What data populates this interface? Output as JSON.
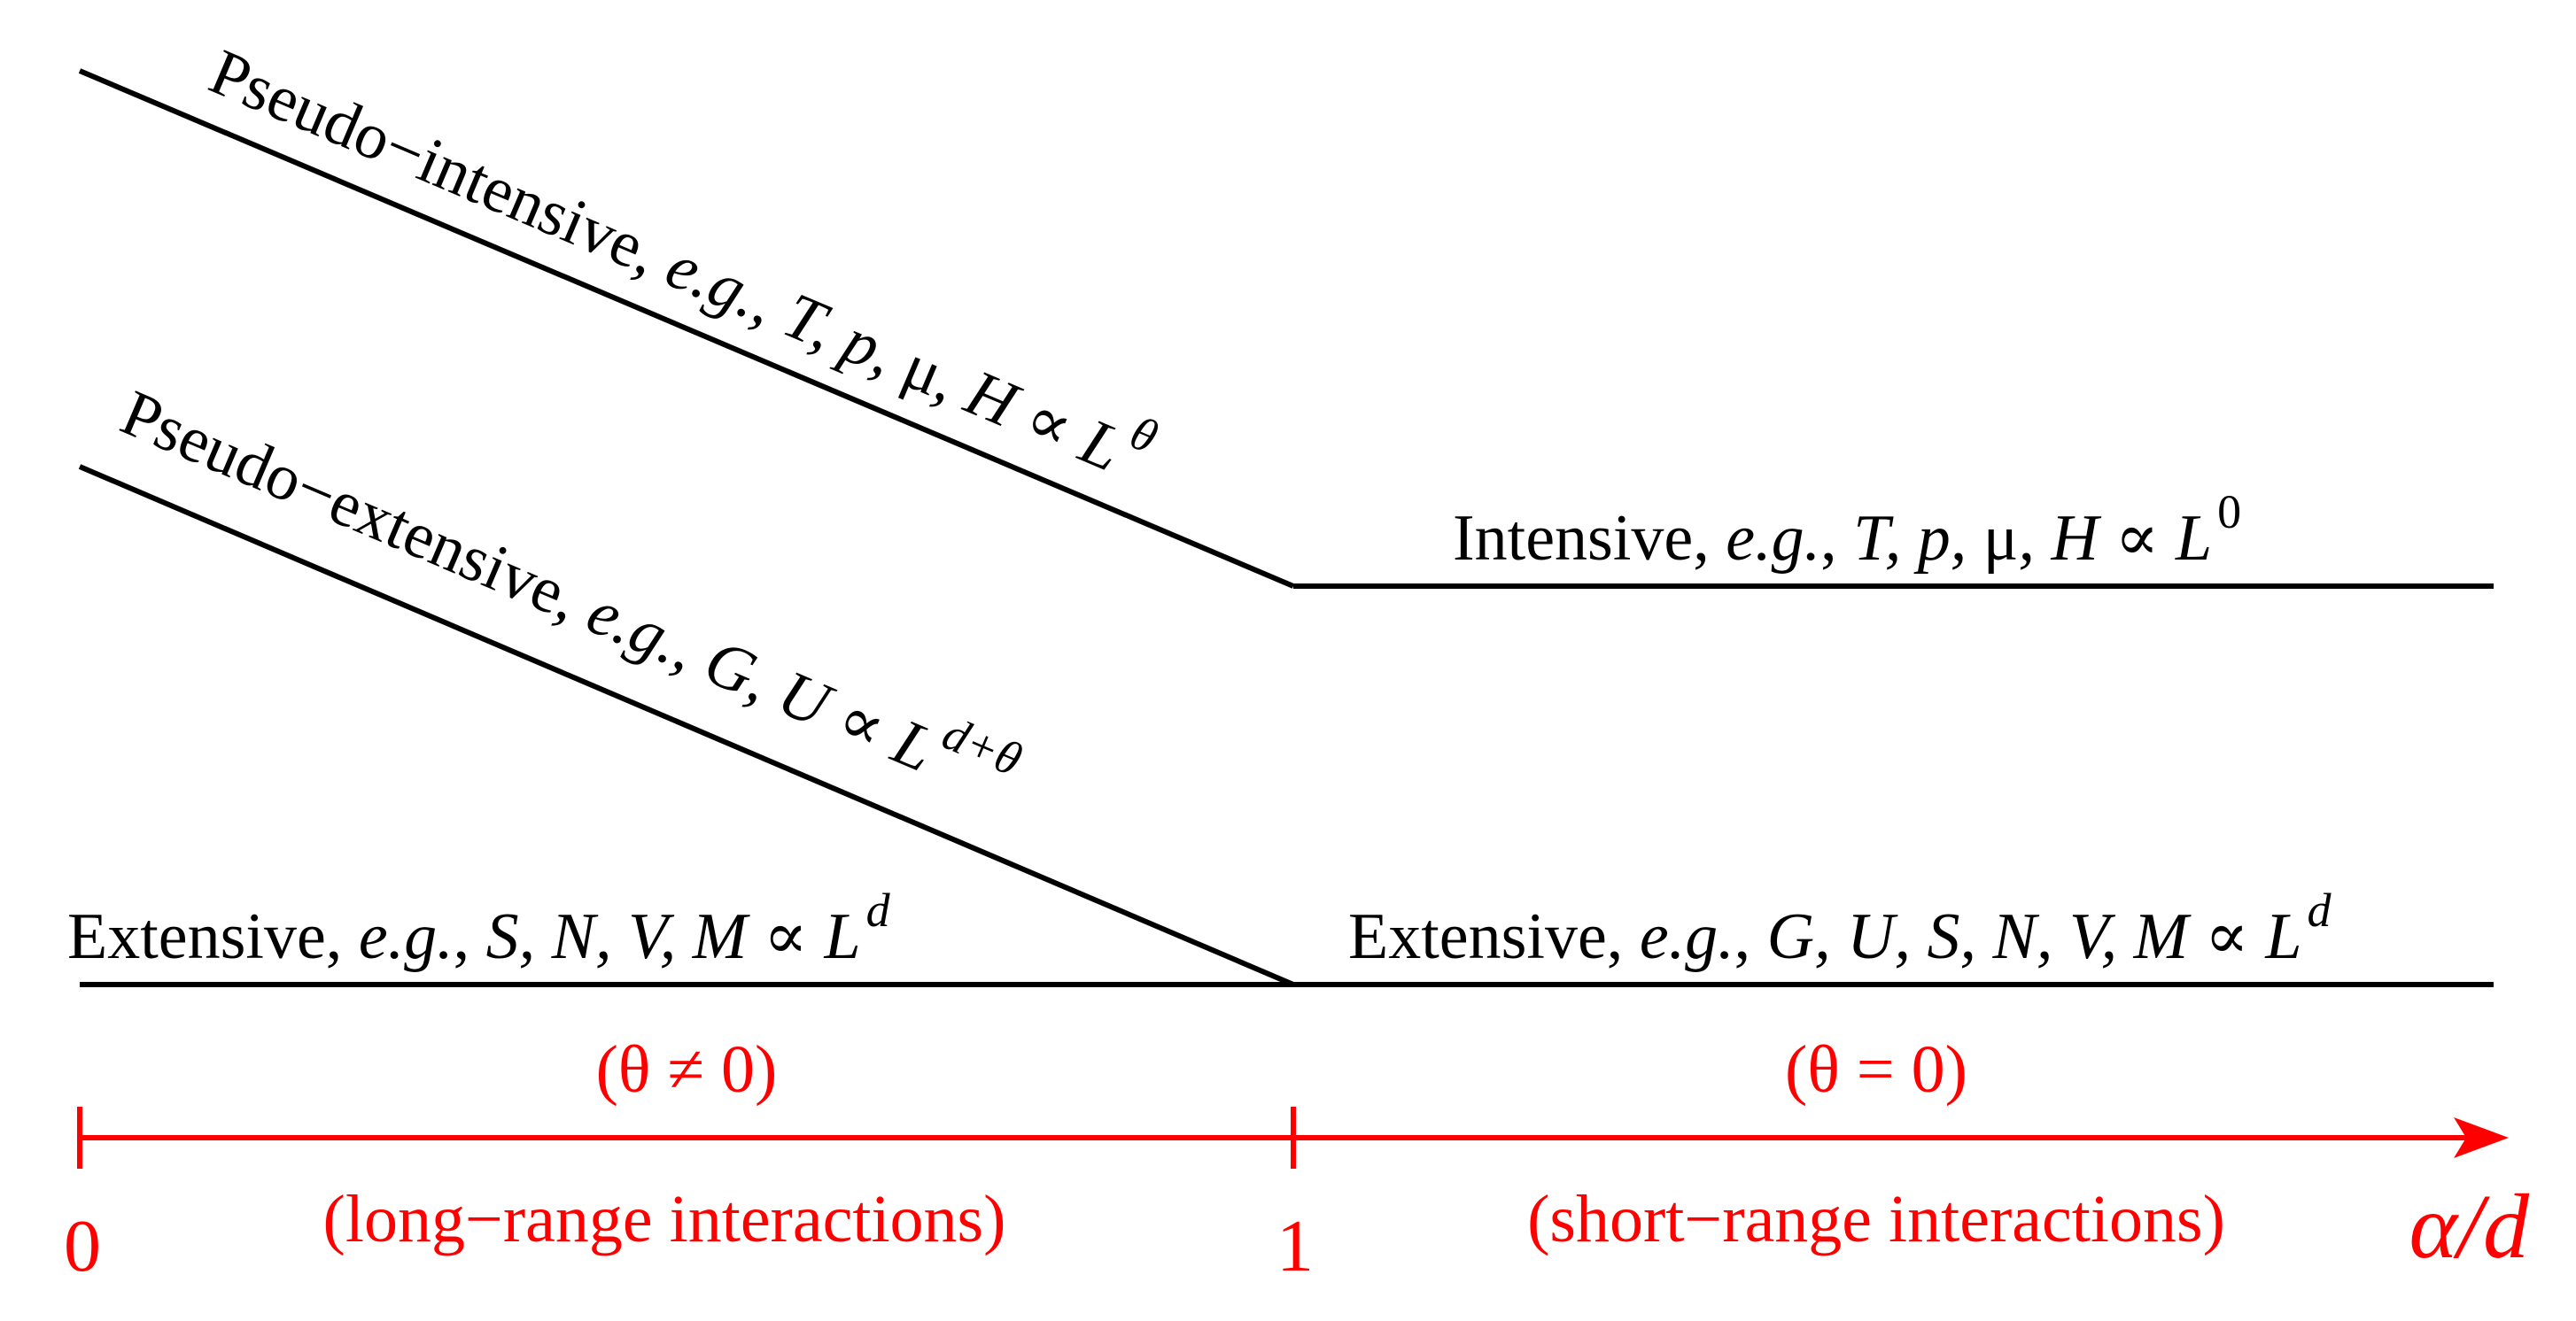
{
  "colors": {
    "lines": "#000000",
    "axis": "#ff0000",
    "background": "#ffffff"
  },
  "labels": {
    "pseudo_intensive": {
      "name": "Pseudo−intensive, ",
      "eg": "e.g.",
      "sep": ", ",
      "vars": "T, p, ",
      "mu": "μ",
      "vars2": ", H",
      "prop": " ∝ ",
      "L": "L",
      "exp": "θ"
    },
    "pseudo_extensive": {
      "name": "Pseudo−extensive, ",
      "eg": "e.g.",
      "sep": ", ",
      "vars": "G, U",
      "prop": " ∝ ",
      "L": "L",
      "exp": "d+θ"
    },
    "intensive": {
      "name": "Intensive, ",
      "eg": "e.g.",
      "sep": ", ",
      "vars": "T, p, ",
      "mu": "μ",
      "vars2": ", H",
      "prop": " ∝ ",
      "L": "L",
      "exp": "0"
    },
    "extensive_left": {
      "name": "Extensive, ",
      "eg": "e.g.",
      "sep": ", ",
      "vars": "S, N, V, M",
      "prop": " ∝ ",
      "L": "L",
      "exp": "d"
    },
    "extensive_right": {
      "name": "Extensive, ",
      "eg": "e.g.",
      "sep": ", ",
      "vars": "G, U, S, N, V, M",
      "prop": " ∝ ",
      "L": "L",
      "exp": "d"
    }
  },
  "axis": {
    "tick_0": "0",
    "tick_1": "1",
    "theta_nonzero": "(θ ≠ 0)",
    "theta_zero": "(θ = 0)",
    "long_range": "(long−range interactions)",
    "short_range": "(short−range interactions)",
    "variable": "α/d"
  }
}
